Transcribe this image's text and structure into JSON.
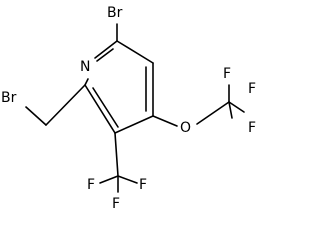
{
  "molecule": {
    "atoms": {
      "ring_nitrogen": "N",
      "bromo": "Br",
      "bromomethyl_bromine": "Br",
      "ether_oxygen": "O",
      "ocf3_fluorine_top": "F",
      "ocf3_fluorine_right": "F",
      "ocf3_fluorine_bottom": "F",
      "cf3_fluorine_left": "F",
      "cf3_fluorine_right": "F",
      "cf3_fluorine_bottom": "F"
    },
    "bond_color": "#000000",
    "label_color": "#000000"
  }
}
